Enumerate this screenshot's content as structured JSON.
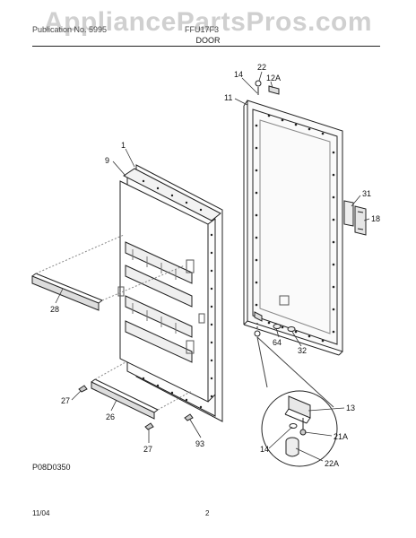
{
  "watermark": "AppliancePartsPros.com",
  "header": {
    "left_text": "Publication No. 5995",
    "model_text": "FFU17F3",
    "section_title": "DOOR"
  },
  "footer": {
    "figure_ref": "P08D0350",
    "date": "11/04",
    "page_number": "2"
  },
  "callouts": {
    "c1": "1",
    "c9": "9",
    "c11": "11",
    "c14_top": "14",
    "c22": "22",
    "c12A": "12A",
    "c31": "31",
    "c18": "18",
    "c28": "28",
    "c64": "64",
    "c32": "32",
    "c13": "13",
    "c27_left": "27",
    "c26": "26",
    "c27_bottom": "27",
    "c93": "93",
    "c14_detail": "14",
    "c21A": "21A",
    "c22A": "22A"
  }
}
